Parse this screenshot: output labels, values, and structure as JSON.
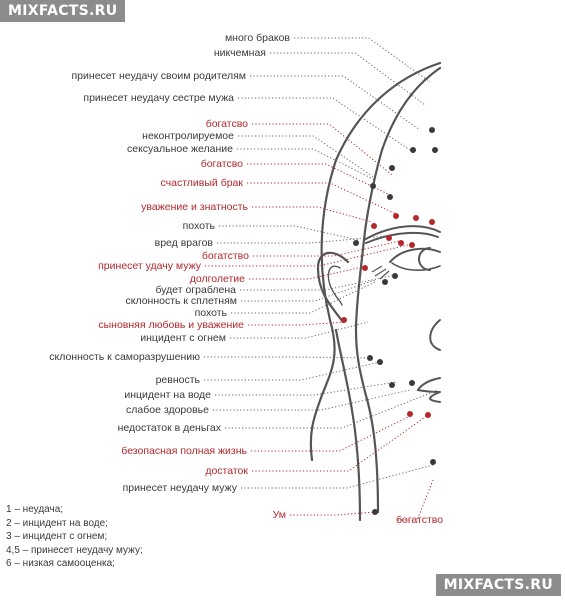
{
  "watermark": "MIXFACTS.RU",
  "colors": {
    "red": "#b4272b",
    "dark": "#3a3a3a",
    "line": "#555555"
  },
  "labels": [
    {
      "id": "l1",
      "text": "много браков",
      "red": false
    },
    {
      "id": "l2",
      "text": "никчемная",
      "red": false
    },
    {
      "id": "l3",
      "text": "принесет неудачу своим родителям",
      "red": false
    },
    {
      "id": "l4",
      "text": "принесет неудачу сестре мужа",
      "red": false
    },
    {
      "id": "l5",
      "text": "богатсво",
      "red": true
    },
    {
      "id": "l6",
      "text": "неконтролируемое",
      "red": false
    },
    {
      "id": "l7",
      "text": "сексуальное желание",
      "red": false
    },
    {
      "id": "l8",
      "text": "богатсво",
      "red": true
    },
    {
      "id": "l9",
      "text": "счастливый брак",
      "red": true
    },
    {
      "id": "l10",
      "text": "уважение и знатность",
      "red": true
    },
    {
      "id": "l11",
      "text": "похоть",
      "red": false
    },
    {
      "id": "l12",
      "text": "вред врагов",
      "red": false
    },
    {
      "id": "l13",
      "text": "богатство",
      "red": true
    },
    {
      "id": "l14",
      "text": "принесет удачу мужу",
      "red": true
    },
    {
      "id": "l15",
      "text": "долголетие",
      "red": true
    },
    {
      "id": "l16",
      "text": "будет ограблена",
      "red": false
    },
    {
      "id": "l17",
      "text": "склонность к сплетням",
      "red": false
    },
    {
      "id": "l18",
      "text": "похоть",
      "red": false
    },
    {
      "id": "l19",
      "text": "сыновняя любовь и уважение",
      "red": true
    },
    {
      "id": "l20",
      "text": "инцидент с огнем",
      "red": false
    },
    {
      "id": "l21",
      "text": "склонность к саморазрушению",
      "red": false
    },
    {
      "id": "l22",
      "text": "ревность",
      "red": false
    },
    {
      "id": "l23",
      "text": "инцидент на воде",
      "red": false
    },
    {
      "id": "l24",
      "text": "слабое здоровье",
      "red": false
    },
    {
      "id": "l25",
      "text": "недостаток в деньгах",
      "red": false
    },
    {
      "id": "l26",
      "text": "безопасная полная жизнь",
      "red": true
    },
    {
      "id": "l27",
      "text": "достаток",
      "red": true
    },
    {
      "id": "l28",
      "text": "принесет неудачу мужу",
      "red": false
    },
    {
      "id": "l29",
      "text": "Ум",
      "red": true
    },
    {
      "id": "l30",
      "text": "богатство",
      "red": true
    }
  ],
  "legend": [
    "1 – неудача;",
    "2 – инцидент на воде;",
    "3 – инцидент с огнем;",
    "4,5 – принесет неудачу мужу;",
    "6 – низкая самооценка;"
  ]
}
